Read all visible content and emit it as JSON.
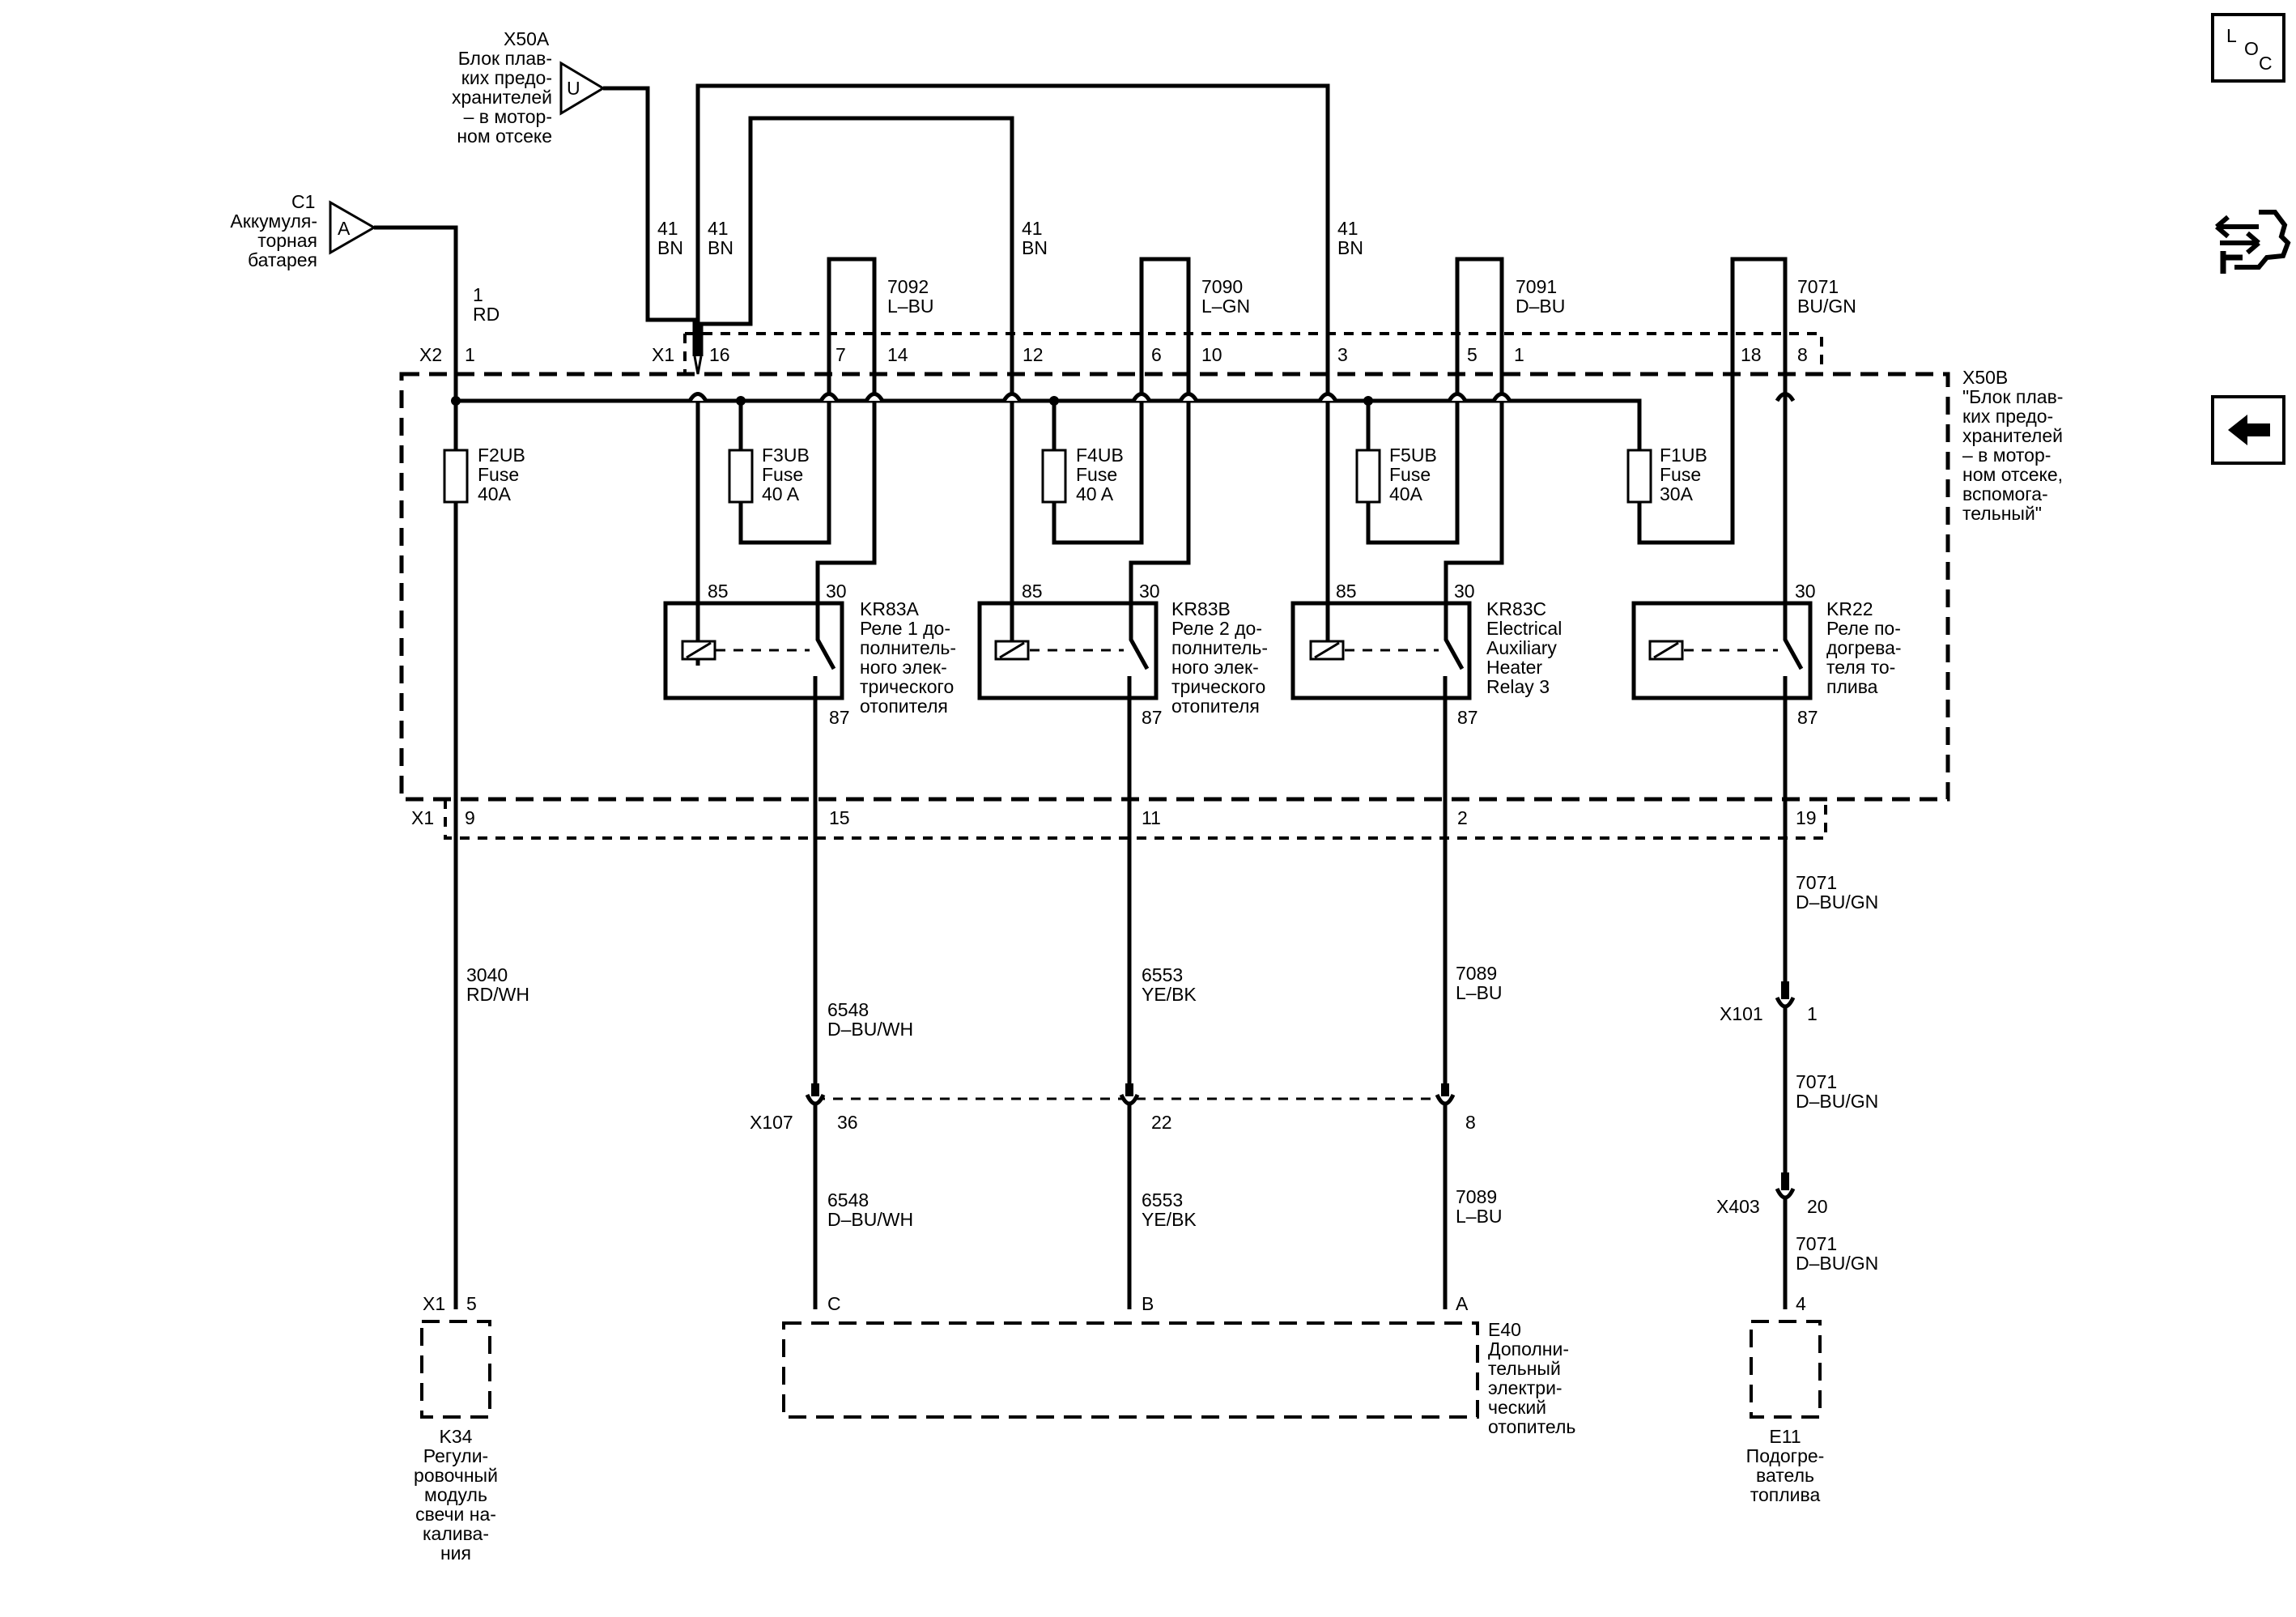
{
  "nav": {
    "loc_l": "L",
    "loc_o": "O",
    "loc_c": "C"
  },
  "x50a": {
    "id": "X50A",
    "desc": [
      "Блок плав-",
      "ких предо-",
      "хранителей",
      "– в мотор-",
      "ном отсеке"
    ],
    "pin": "U"
  },
  "c1": {
    "id": "C1",
    "desc": [
      "Аккумуля-",
      "торная",
      "батарея"
    ],
    "pin": "A"
  },
  "x50b": {
    "id": "X50B",
    "desc": [
      "\"Блок плав-",
      "ких предо-",
      "хранителей",
      "– в мотор-",
      "ном отсеке,",
      "вспомога-",
      "тельный\""
    ]
  },
  "wires_top": {
    "w1_num": "1",
    "w1_col": "RD",
    "bn_num": "41",
    "bn_col": "BN",
    "w7092_num": "7092",
    "w7092_col": "L–BU",
    "w7090_num": "7090",
    "w7090_col": "L–GN",
    "w7091_num": "7091",
    "w7091_col": "D–BU",
    "w7071_num": "7071",
    "w7071_col": "BU/GN"
  },
  "connectors_top": {
    "x2": "X2",
    "x1": "X1",
    "pins": [
      "1",
      "16",
      "7",
      "14",
      "12",
      "6",
      "10",
      "3",
      "5",
      "1",
      "18",
      "8"
    ]
  },
  "fuses": [
    {
      "id": "F2UB",
      "type": "Fuse",
      "rating": "40A"
    },
    {
      "id": "F3UB",
      "type": "Fuse",
      "rating": "40 A"
    },
    {
      "id": "F4UB",
      "type": "Fuse",
      "rating": "40 A"
    },
    {
      "id": "F5UB",
      "type": "Fuse",
      "rating": "40A"
    },
    {
      "id": "F1UB",
      "type": "Fuse",
      "rating": "30A"
    }
  ],
  "relays": [
    {
      "id": "KR83A",
      "desc": [
        "Реле 1 до-",
        "полнитель-",
        "ного элек-",
        "трического",
        "отопителя"
      ],
      "p85": "85",
      "p30": "30",
      "p87": "87"
    },
    {
      "id": "KR83B",
      "desc": [
        "Реле 2 до-",
        "полнитель-",
        "ного элек-",
        "трического",
        "отопителя"
      ],
      "p85": "85",
      "p30": "30",
      "p87": "87"
    },
    {
      "id": "KR83C",
      "desc": [
        "Electrical",
        "Auxiliary",
        "Heater",
        "Relay 3"
      ],
      "p85": "85",
      "p30": "30",
      "p87": "87"
    },
    {
      "id": "KR22",
      "desc": [
        "Реле по-",
        "догрева-",
        "теля то-",
        "плива"
      ],
      "p30": "30",
      "p87": "87"
    }
  ],
  "connectors_bottom": {
    "x1": "X1",
    "pins": [
      "9",
      "15",
      "11",
      "2",
      "19"
    ]
  },
  "wires_mid": {
    "w3040_num": "3040",
    "w3040_col": "RD/WH",
    "w6548_num": "6548",
    "w6548_col": "D–BU/WH",
    "w6553_num": "6553",
    "w6553_col": "YE/BK",
    "w7089_num": "7089",
    "w7089_col": "L–BU",
    "w7071_num": "7071",
    "w7071_col": "D–BU/GN"
  },
  "inline_connectors": {
    "x107": "X107",
    "x107_pins": [
      "36",
      "22",
      "8"
    ],
    "x101": "X101",
    "x101_pin": "1",
    "x403": "X403",
    "x403_pin": "20"
  },
  "components": {
    "k34": {
      "conn": "X1",
      "pin": "5",
      "id": "K34",
      "desc": [
        "Регули-",
        "ровочный",
        "модуль",
        "свечи на-",
        "калива-",
        "ния"
      ]
    },
    "e40": {
      "id": "E40",
      "desc": [
        "Дополни-",
        "тельный",
        "электри-",
        "ческий",
        "отопитель"
      ],
      "pins": [
        "C",
        "B",
        "A"
      ]
    },
    "e11": {
      "pin": "4",
      "id": "E11",
      "desc": [
        "Подогре-",
        "ватель",
        "топлива"
      ]
    }
  }
}
